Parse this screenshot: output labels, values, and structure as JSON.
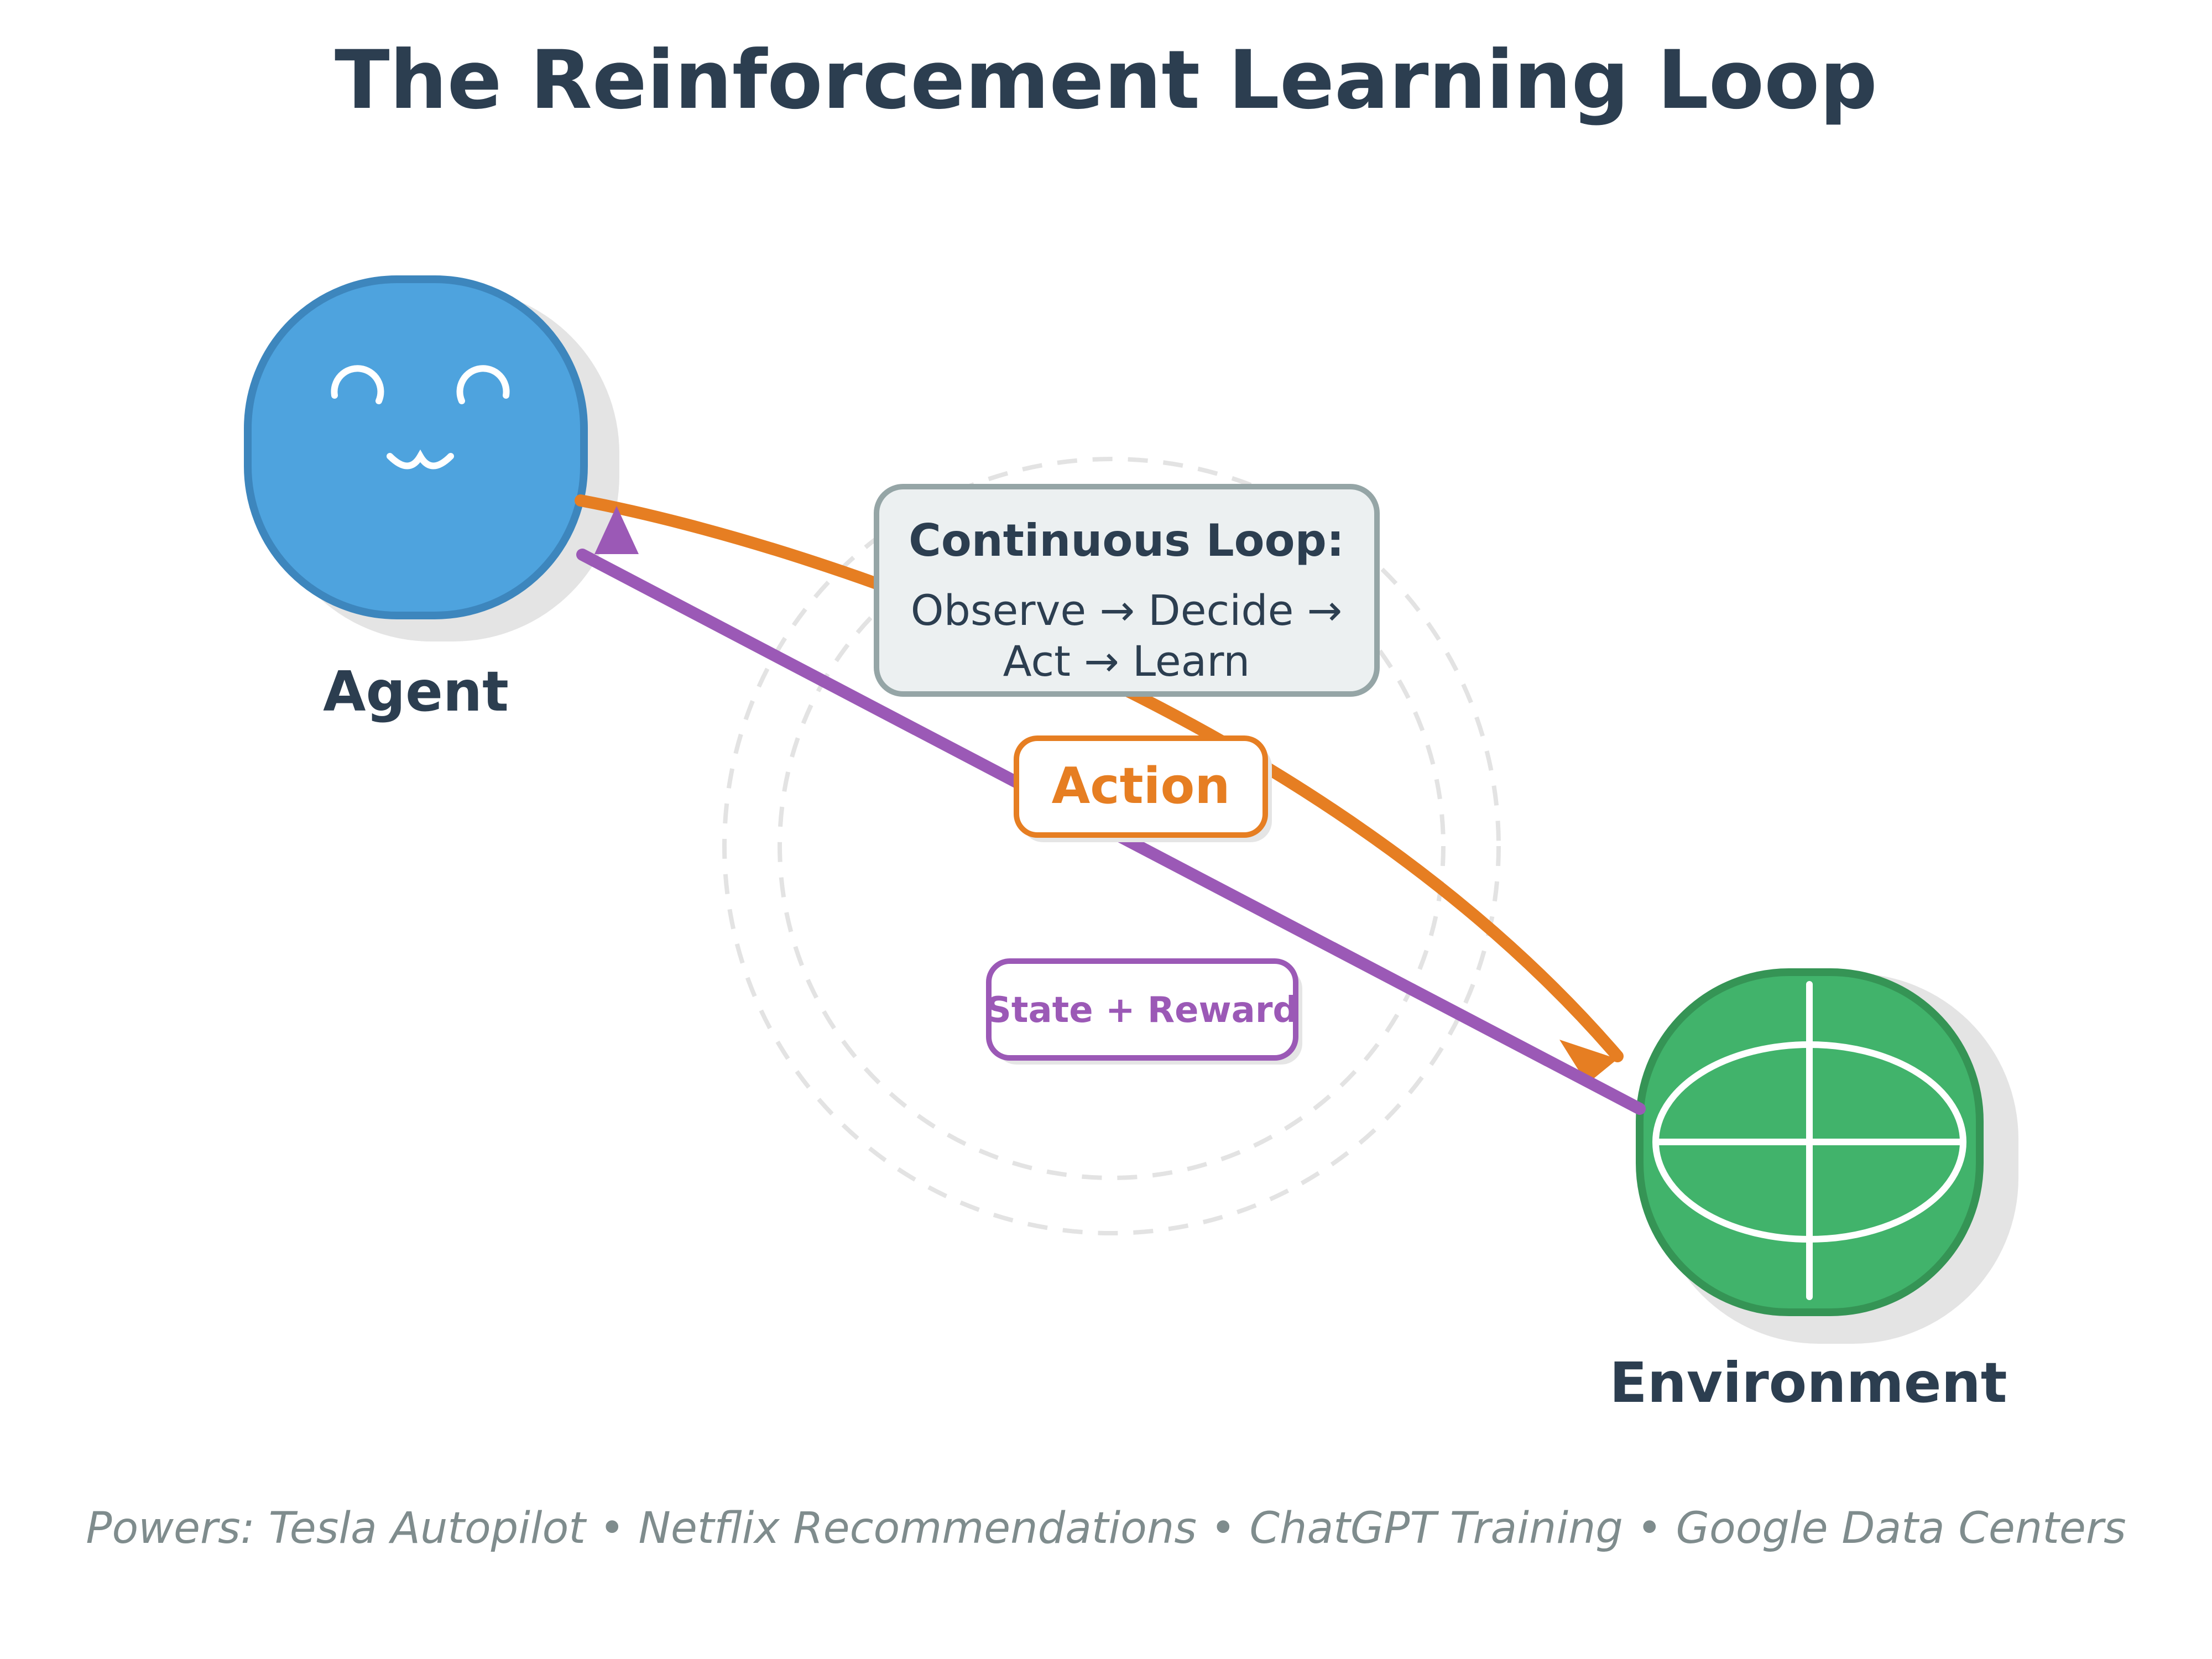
{
  "title": "The Reinforcement Learning Loop",
  "agent": {
    "label": "Agent",
    "color": "#4ea3de",
    "border": "#3d86bd",
    "face_icon": "smiley-face-icon"
  },
  "environment": {
    "label": "Environment",
    "color": "#41b36b",
    "border": "#359455",
    "globe_icon": "globe-icon"
  },
  "loop_box": {
    "title": "Continuous Loop:",
    "line1": "Observe → Decide →",
    "line2": "Act → Learn"
  },
  "action": {
    "label": "Action",
    "color": "#e67e22"
  },
  "feedback": {
    "label": "State + Reward",
    "color": "#9b59b6"
  },
  "footer": "Powers: Tesla Autopilot • Netflix Recommendations • ChatGPT Training • Google Data Centers"
}
